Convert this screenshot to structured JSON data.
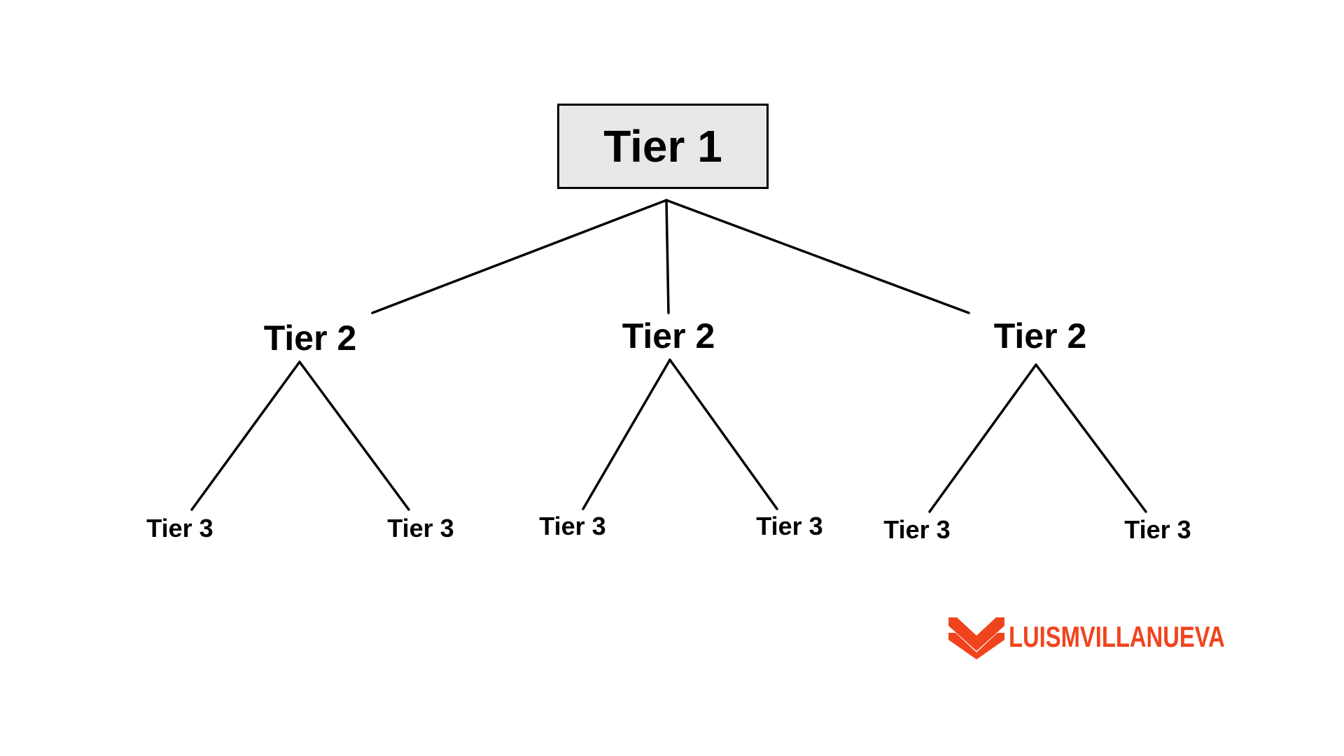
{
  "tree": {
    "root": {
      "label": "Tier 1",
      "children": [
        {
          "label": "Tier 2",
          "children": [
            {
              "label": "Tier 3"
            },
            {
              "label": "Tier 3"
            }
          ]
        },
        {
          "label": "Tier 2",
          "children": [
            {
              "label": "Tier 3"
            },
            {
              "label": "Tier 3"
            }
          ]
        },
        {
          "label": "Tier 2",
          "children": [
            {
              "label": "Tier 3"
            },
            {
              "label": "Tier 3"
            }
          ]
        }
      ]
    }
  },
  "branding": {
    "logo_text": "LUISMVILLANUEVA",
    "logo_icon": "chevron-down-logo-icon"
  },
  "colors": {
    "root_fill": "#e8e8e8",
    "line": "#000000",
    "text": "#000000",
    "brand": "#f0441e"
  }
}
